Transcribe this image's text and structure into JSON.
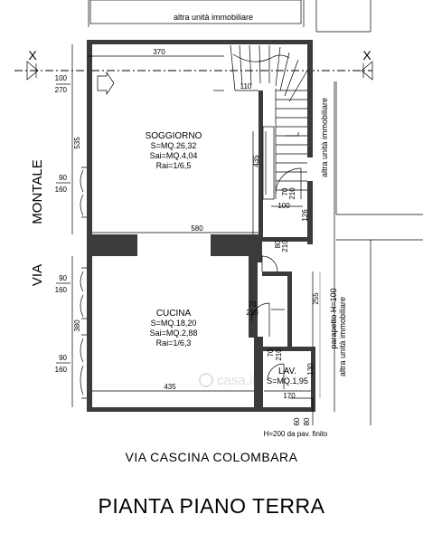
{
  "labels": {
    "neighbor_top": "altra unità immobiliare",
    "neighbor_right_top": "altra unità immobiliare",
    "neighbor_right_bottom": "altra unità immobiliare",
    "parapetto": "parapetto H=100",
    "h_note": "H=200 da pav. finito",
    "section_mark": "X",
    "street_west_1": "VIA",
    "street_west_2": "MONTALE",
    "street_south": "VIA CASCINA COLOMBARA",
    "title": "PIANTA PIANO TERRA",
    "watermark": "casa.it"
  },
  "rooms": {
    "soggiorno": {
      "name": "SOGGIORNO",
      "s": "S=MQ.26,32",
      "sai": "Sai=MQ.4,04",
      "rai": "Rai=1/6,5"
    },
    "cucina": {
      "name": "CUCINA",
      "s": "S=MQ.18,20",
      "sai": "Sai=MQ.2,88",
      "rai": "Rai=1/6,3"
    },
    "lav": {
      "name": "LAV.",
      "s": "S=MQ.1,95"
    }
  },
  "dims": {
    "top_width": "370",
    "door_top_a": "100",
    "door_top_b": "270",
    "stair_width": "110",
    "soggiorno_depth": "535",
    "window_1_a": "90",
    "window_1_b": "160",
    "stair_depth": "435",
    "door_70": "70",
    "door_210": "210",
    "door_100": "100",
    "step_126": "126",
    "mid_width": "580",
    "door_80": "80",
    "door_210_b": "210",
    "window_2_a": "90",
    "window_2_b": "160",
    "cucina_depth": "380",
    "door_cu_70": "70",
    "door_cu_210": "210",
    "corridor_255": "255",
    "window_3_a": "90",
    "window_3_b": "160",
    "door_lav_70": "70",
    "door_lav_210": "210",
    "bottom_width": "435",
    "lav_width": "170",
    "lav_130": "130",
    "bottom_60": "60",
    "bottom_80": "80"
  }
}
